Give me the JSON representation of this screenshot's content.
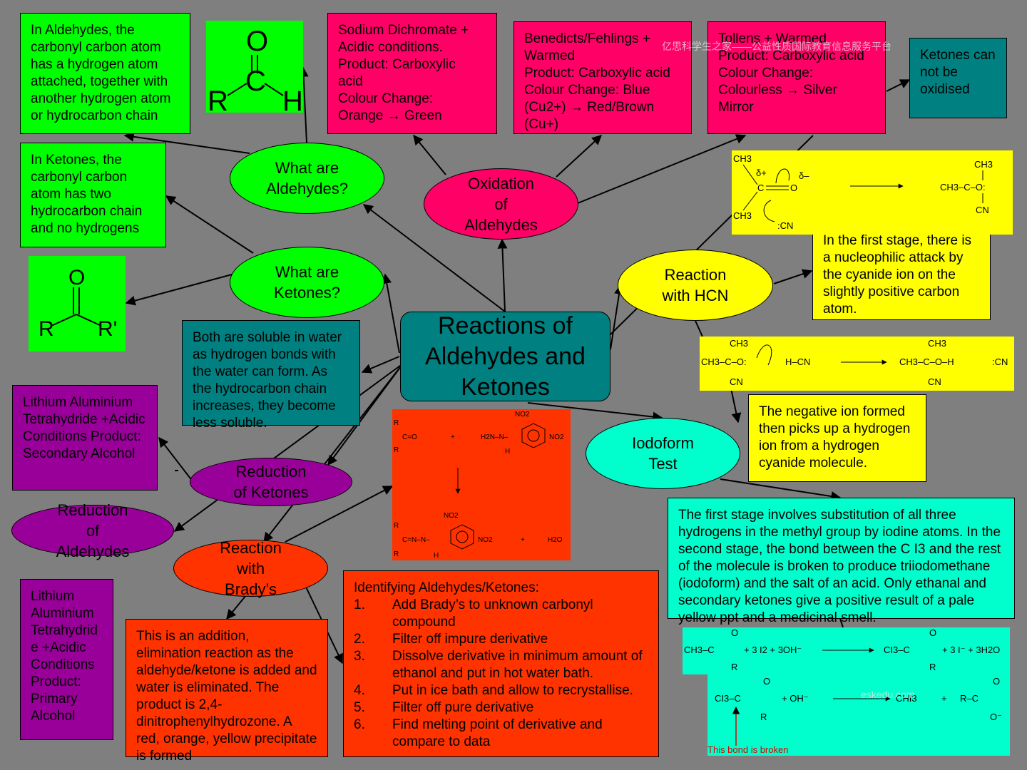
{
  "center": {
    "title": "Reactions of\nAldehydes and\nKetones"
  },
  "nodes": {
    "aldehydes": "What are\nAldehydes?",
    "ketones": "What are\nKetones?",
    "oxidation": "Oxidation\nof\nAldehydes",
    "hcn": "Reaction\nwith HCN",
    "iodoform": "Iodoform\nTest",
    "reduction_ketones": "Reduction\nof Ketones",
    "reduction_aldehydes": "Reduction\nof\nAldehydes",
    "bradys": "Reaction\nwith\nBrady’s"
  },
  "boxes": {
    "aldehyde_def": "In Aldehydes, the carbonyl carbon atom has a hydrogen atom attached, together with another hydrogen atom or hydrocarbon chain",
    "ketone_def": "In Ketones, the carbonyl carbon atom has two hydrocarbon chain and no hydrogens",
    "dichromate": "Sodium Dichromate +\nAcidic conditions.\nProduct: Carboxylic\nacid\nColour Change:\nOrange → Green",
    "benedicts": "Benedicts/Fehlings +\nWarmed\nProduct: Carboxylic acid\nColour Change: Blue\n(Cu2+) → Red/Brown\n(Cu+)",
    "tollens": "Tollens + Warmed\nProduct: Carboxylic acid\nColour Change:\nColourless → Silver\nMirror",
    "ketones_not_oxidised": "Ketones can not be oxidised",
    "solubility": "Both are soluble in water as hydrogen bonds with the water can form. As the hydrocarbon chain increases, they become less soluble.",
    "lialh4_secondary": "Lithium Aluminium Tetrahydride +Acidic Conditions Product: Secondary Alcohol",
    "lialh4_primary": "Lithium Aluminium Tetrahydrid e +Acidic Conditions Product: Primary Alcohol",
    "hcn_stage1": "In the first stage, there is a nucleophilic attack by the cyanide ion on the slightly positive carbon atom.",
    "hcn_stage2": "The negative ion formed then picks up a hydrogen ion from a hydrogen cyanide molecule.",
    "iodoform_desc": "The first stage involves substitution of all three hydrogens in the methyl group by iodine atoms. In the second stage, the bond between the C I3 and the rest of the molecule is broken to produce triiodomethane (iodoform) and the salt of an acid. Only ethanal and secondary ketones give a positive result of a pale yellow ppt and a medicinal smell.",
    "bradys_desc": "This is an addition, elimination reaction as the aldehyde/ketone is added and water is eliminated. The product is 2,4-dinitrophenylhydrozone. A red, orange, yellow precipitate is formed"
  },
  "identifying": {
    "title": "Identifying Aldehydes/Ketones:",
    "steps": [
      {
        "n": "1.",
        "text": "Add Brady’s to unknown carbonyl compound"
      },
      {
        "n": "2.",
        "text": "Filter off impure derivative"
      },
      {
        "n": "3.",
        "text": "Dissolve derivative in minimum amount of ethanol and put in hot water bath."
      },
      {
        "n": "4.",
        "text": "Put in ice bath and allow to recrystallise."
      },
      {
        "n": "5.",
        "text": "Filter off pure derivative"
      },
      {
        "n": "6.",
        "text": "Find melting point of derivative and compare to data"
      }
    ]
  },
  "structures": {
    "aldehyde": {
      "o": "O",
      "c": "C",
      "r": "R",
      "h": "H"
    },
    "ketone": {
      "o": "O",
      "r": "R",
      "r2": "R'"
    },
    "hcn1": {
      "ch3_top": "CH3",
      "ch3_bot": "CH3",
      "c": "C",
      "o": "O",
      "dplus": "δ+",
      "dminus": "δ–",
      "cn": ":CN",
      "p_ch3": "CH3",
      "p_ch3_2": "CH3–C–O:",
      "p_cn": "CN"
    },
    "hcn2": {
      "l1": "CH3",
      "l2": "CH3–C–O:",
      "l3": "CN",
      "hcn": "H–CN",
      "r1": "CH3",
      "r2": "CH3–C–O–H",
      "r3": "CN",
      "cn": ":CN"
    },
    "bradys": {
      "plus": "+",
      "no2": "NO2",
      "h2n": "H2N–N–",
      "h": "H",
      "h2o": "H2O",
      "r": "R",
      "c_eq_o": "C=O",
      "c_eq_n": "C=N–N–"
    },
    "iodo1": {
      "ch3c": "CH3–C",
      "o": "O",
      "r": "R",
      "reag": "+ 3 I2 + 3OH⁻",
      "ci3c": "CI3–C",
      "o2": "O",
      "r2": "R",
      "prod": "+ 3 I⁻ + 3H2O"
    },
    "iodo2": {
      "ci3c": "CI3–C",
      "o": "O",
      "r": "R",
      "plus_oh": "+ OH⁻",
      "chi3": "CHI3",
      "plus": "+",
      "rc": "R–C",
      "o2": "O",
      "o3": "O⁻",
      "broken": "This bond is broken"
    }
  },
  "watermarks": {
    "top": "亿思科学生之家——公益性质国际教育信息服务平台",
    "bottom": "eskedu.com"
  },
  "colors": {
    "green": "#00ff00",
    "pink": "#ff0066",
    "teal": "#008080",
    "yellow": "#ffff00",
    "purple": "#990099",
    "orange": "#ff3300",
    "cyan": "#00ffcc",
    "background": "#7f7f7f"
  }
}
